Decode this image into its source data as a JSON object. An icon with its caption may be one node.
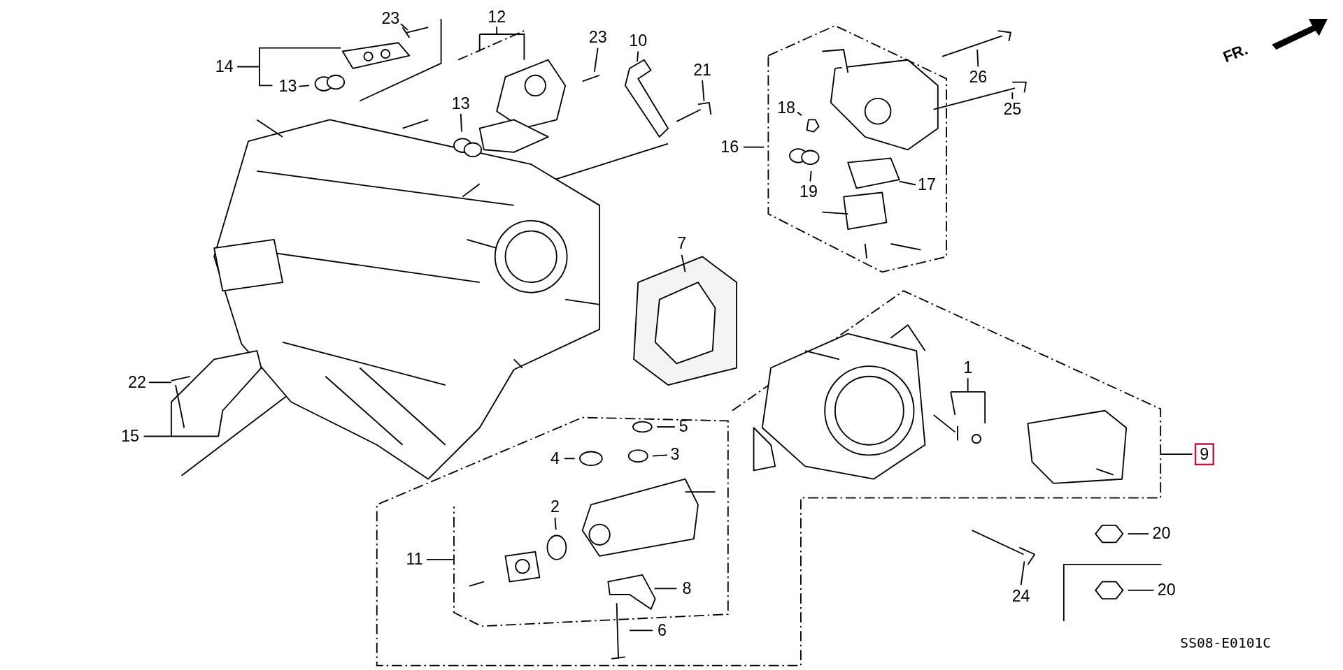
{
  "diagram": {
    "nodes": [
      {
        "text": [
          "23"
        ]
      },
      {
        "text": [
          "12"
        ]
      },
      {
        "text": [
          "23"
        ]
      },
      {
        "text": [
          "10"
        ]
      },
      {
        "text": [
          "14"
        ]
      },
      {
        "text": [
          "21"
        ]
      },
      {
        "text": [
          "13"
        ]
      },
      {
        "text": [
          "13"
        ]
      },
      {
        "text": [
          "26"
        ]
      },
      {
        "text": [
          "18"
        ]
      },
      {
        "text": [
          "25"
        ]
      },
      {
        "text": [
          "16"
        ]
      },
      {
        "text": [
          "19"
        ]
      },
      {
        "text": [
          "17"
        ]
      },
      {
        "text": [
          "7"
        ]
      },
      {
        "text": [
          "1"
        ]
      },
      {
        "text": [
          "22"
        ]
      },
      {
        "text": [
          "5"
        ]
      },
      {
        "text": [
          "15"
        ]
      },
      {
        "text": [
          "4"
        ]
      },
      {
        "text": [
          "3"
        ]
      },
      {
        "text": [
          "9"
        ]
      },
      {
        "text": [
          "2"
        ]
      },
      {
        "text": [
          "20"
        ]
      },
      {
        "text": [
          "11"
        ]
      },
      {
        "text": [
          "8"
        ]
      },
      {
        "text": [
          "20"
        ]
      },
      {
        "text": [
          "24"
        ]
      },
      {
        "text": [
          "6"
        ]
      }
    ],
    "edges": [
      {
        "from": 0,
        "to": null,
        "arrow": "none"
      },
      {
        "from": 1,
        "to": null,
        "arrow": "none"
      },
      {
        "from": 2,
        "to": null,
        "arrow": "none"
      },
      {
        "from": 3,
        "to": null,
        "arrow": "none"
      },
      {
        "from": 4,
        "to": null,
        "arrow": "none"
      },
      {
        "from": 5,
        "to": null,
        "arrow": "none"
      },
      {
        "from": 6,
        "to": null,
        "arrow": "none"
      },
      {
        "from": 7,
        "to": null,
        "arrow": "none"
      },
      {
        "from": 8,
        "to": null,
        "arrow": "none"
      },
      {
        "from": 9,
        "to": null,
        "arrow": "none"
      },
      {
        "from": 10,
        "to": null,
        "arrow": "none"
      },
      {
        "from": 11,
        "to": null,
        "arrow": "none"
      },
      {
        "from": 12,
        "to": null,
        "arrow": "none"
      },
      {
        "from": 13,
        "to": null,
        "arrow": "none"
      },
      {
        "from": 14,
        "to": null,
        "arrow": "none"
      },
      {
        "from": 15,
        "to": null,
        "arrow": "none"
      },
      {
        "from": 16,
        "to": null,
        "arrow": "none"
      },
      {
        "from": 17,
        "to": null,
        "arrow": "none"
      },
      {
        "from": 18,
        "to": null,
        "arrow": "none"
      },
      {
        "from": 19,
        "to": null,
        "arrow": "none"
      },
      {
        "from": 20,
        "to": null,
        "arrow": "none"
      },
      {
        "from": 21,
        "to": null,
        "arrow": "none"
      },
      {
        "from": 22,
        "to": null,
        "arrow": "none"
      },
      {
        "from": 23,
        "to": null,
        "arrow": "none"
      },
      {
        "from": 24,
        "to": null,
        "arrow": "none"
      },
      {
        "from": 25,
        "to": null,
        "arrow": "none"
      },
      {
        "from": 26,
        "to": null,
        "arrow": "none"
      },
      {
        "from": 27,
        "to": null,
        "arrow": "none"
      },
      {
        "from": 28,
        "to": null,
        "arrow": "none"
      }
    ],
    "labels": [
      "FR.",
      "SS08-E0101C"
    ]
  }
}
